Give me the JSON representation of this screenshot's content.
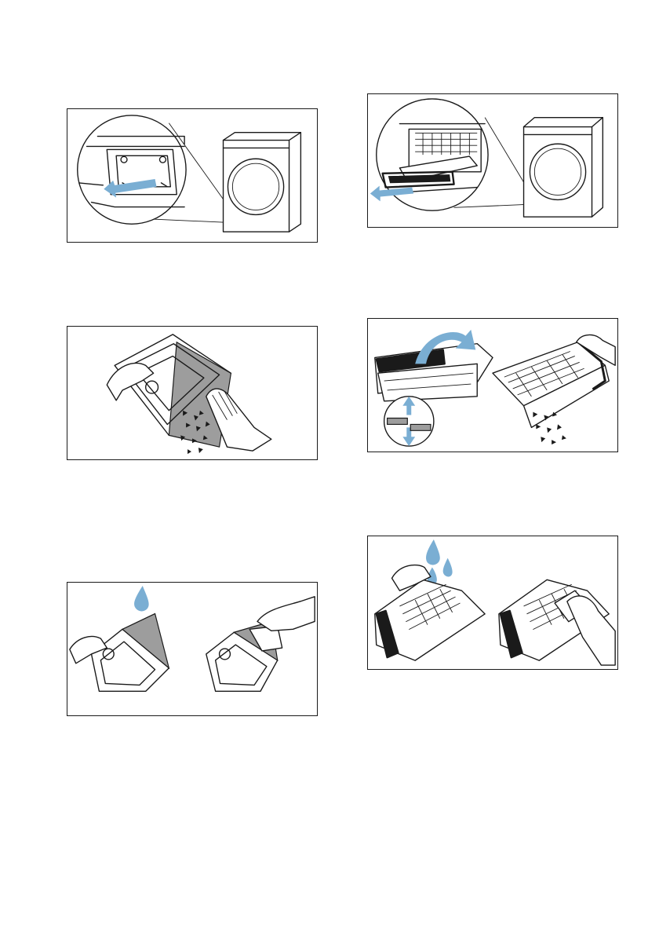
{
  "figures": [
    {
      "id": "step-remove-door-filter",
      "icons": [
        "magnifier-circle",
        "pull-arrow",
        "dryer"
      ]
    },
    {
      "id": "step-remove-drawer-filter",
      "icons": [
        "magnifier-circle",
        "pull-arrow",
        "dryer"
      ]
    },
    {
      "id": "step-shake-lint-door-filter",
      "icons": [
        "hand",
        "lint"
      ]
    },
    {
      "id": "step-open-drawer-filter",
      "icons": [
        "open-arrow",
        "up-down-arrows",
        "lint"
      ]
    },
    {
      "id": "step-rinse-wipe-door-filter",
      "icons": [
        "water-drops",
        "hand"
      ]
    },
    {
      "id": "step-rinse-wipe-drawer-filter",
      "icons": [
        "water-drops",
        "hand"
      ]
    }
  ],
  "colors": {
    "accent": "#7aaed3",
    "outline": "#1a1a1a",
    "fill_grey": "#9d9d9d"
  }
}
